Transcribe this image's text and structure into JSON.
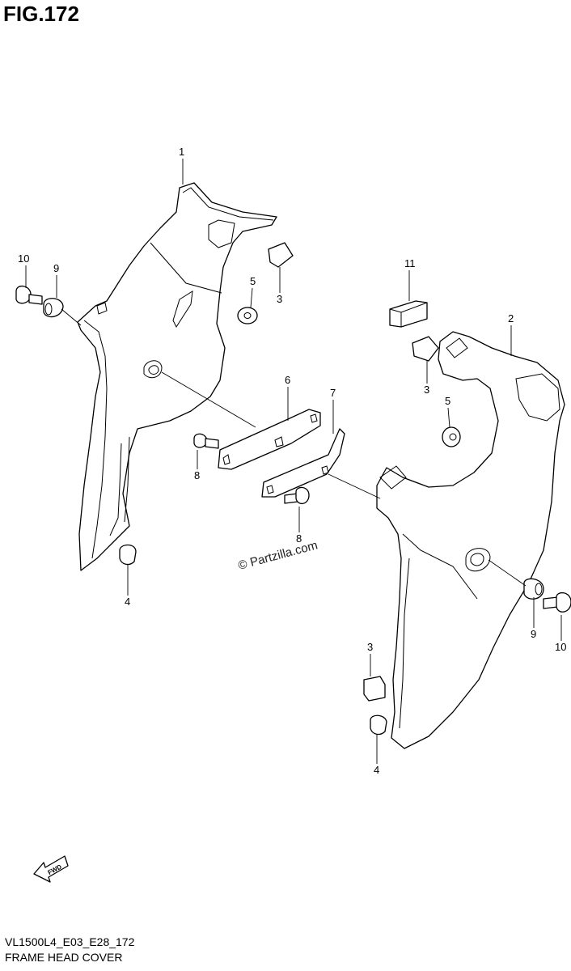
{
  "figure": {
    "title": "FIG.172",
    "model_code": "VL1500L4_E03_E28_172",
    "section_name": "FRAME HEAD COVER",
    "watermark": "© Partzilla.com",
    "fwd_label": "FWD"
  },
  "callouts": [
    {
      "id": "c1",
      "label": "1"
    },
    {
      "id": "c10a",
      "label": "10"
    },
    {
      "id": "c9a",
      "label": "9"
    },
    {
      "id": "c5a",
      "label": "5"
    },
    {
      "id": "c3a",
      "label": "3"
    },
    {
      "id": "c11",
      "label": "11"
    },
    {
      "id": "c2",
      "label": "2"
    },
    {
      "id": "c3b",
      "label": "3"
    },
    {
      "id": "c5b",
      "label": "5"
    },
    {
      "id": "c6",
      "label": "6"
    },
    {
      "id": "c7",
      "label": "7"
    },
    {
      "id": "c8a",
      "label": "8"
    },
    {
      "id": "c8b",
      "label": "8"
    },
    {
      "id": "c4a",
      "label": "4"
    },
    {
      "id": "c9b",
      "label": "9"
    },
    {
      "id": "c10b",
      "label": "10"
    },
    {
      "id": "c3c",
      "label": "3"
    },
    {
      "id": "c4b",
      "label": "4"
    }
  ]
}
